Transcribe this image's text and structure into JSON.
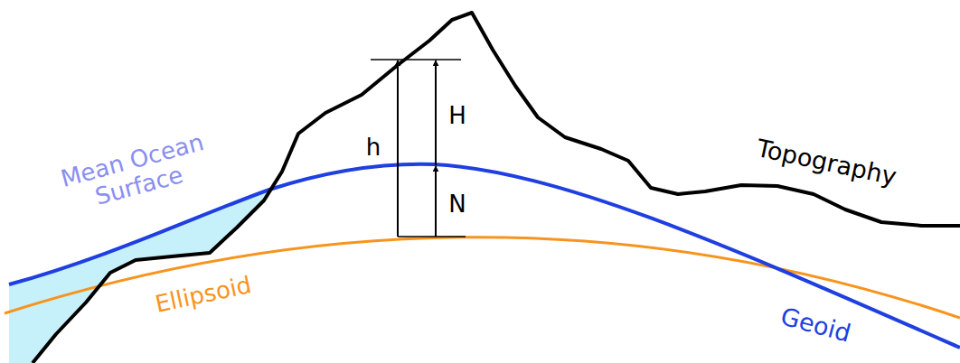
{
  "diagram": {
    "labels": [
      "Mean Ocean Surface",
      "Topography",
      "Ellipsoid",
      "Geoid",
      "h",
      "H",
      "N"
    ]
  }
}
